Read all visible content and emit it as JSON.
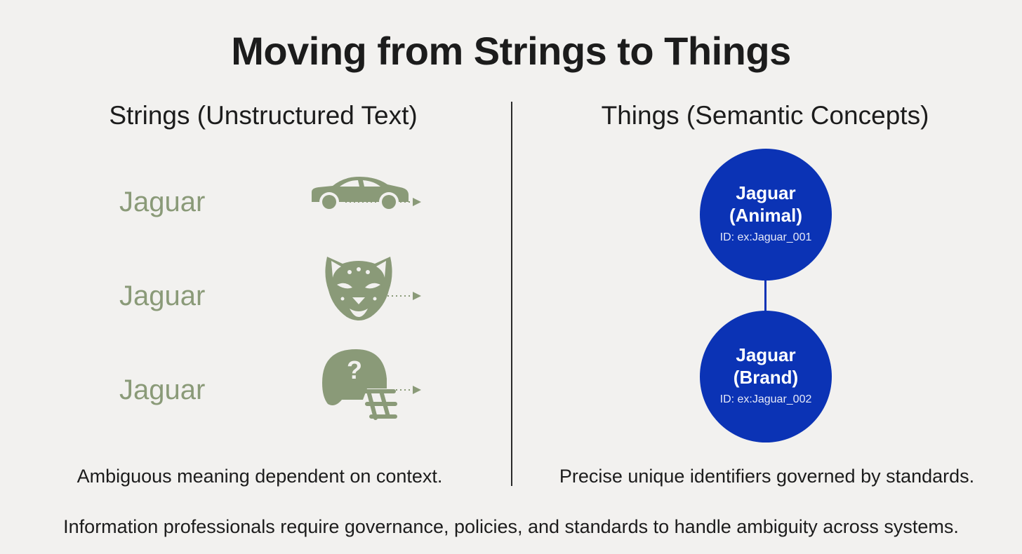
{
  "title": "Moving from Strings to Things",
  "left": {
    "heading": "Strings (Unstructured Text)",
    "rows": [
      {
        "word": "Jaguar",
        "icon": "car-icon"
      },
      {
        "word": "Jaguar",
        "icon": "jaguar-head-icon"
      },
      {
        "word": "Jaguar",
        "icon": "football-helmet-question-icon"
      }
    ],
    "caption": "Ambiguous meaning dependent on context."
  },
  "right": {
    "heading": "Things (Semantic Concepts)",
    "nodes": [
      {
        "line1": "Jaguar",
        "line2": "(Animal)",
        "id": "ID: ex:Jaguar_001"
      },
      {
        "line1": "Jaguar",
        "line2": "(Brand)",
        "id": "ID: ex:Jaguar_002"
      }
    ],
    "caption": "Precise unique identifiers governed by standards."
  },
  "footer": "Information professionals require governance, policies, and standards to handle ambiguity across systems.",
  "colors": {
    "background": "#f2f1ef",
    "muted_green": "#8a9a78",
    "node_blue": "#0b33b5",
    "text": "#1c1c1c"
  }
}
